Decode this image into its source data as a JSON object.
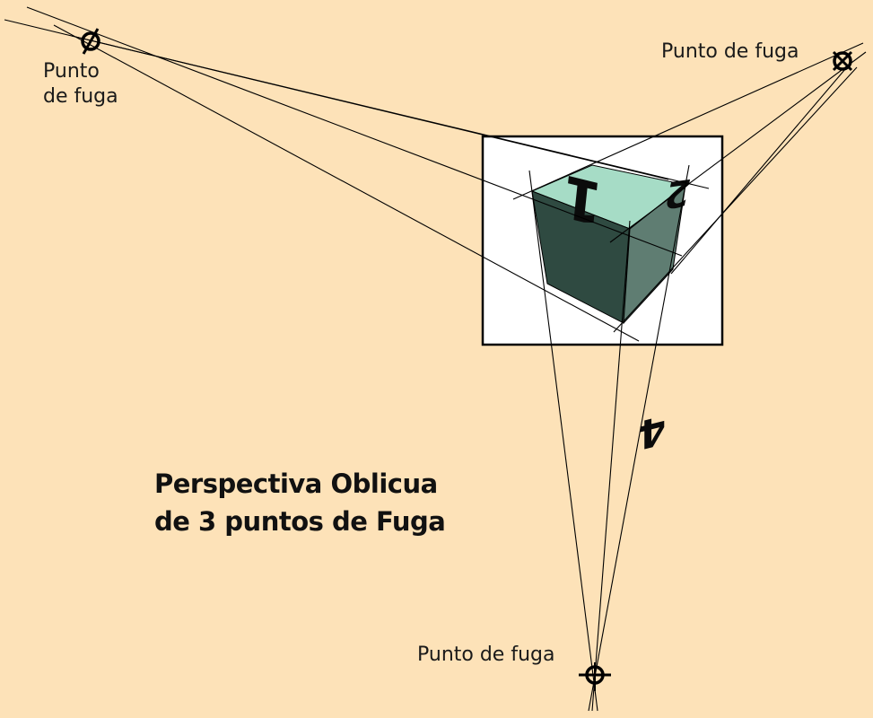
{
  "title": {
    "line1": "Perspectiva Oblicua",
    "line2": "de 3 puntos de Fuga"
  },
  "vanishing_points": {
    "left": {
      "line1": "Punto",
      "line2": "de fuga"
    },
    "right": {
      "label": "Punto de fuga"
    },
    "bottom": {
      "label": "Punto de fuga"
    }
  },
  "cube": {
    "face_top": "2",
    "face_left": "1",
    "face_right": "4"
  },
  "colors": {
    "background": "#fde2b8",
    "cube_top": "#a6dcc6",
    "cube_left": "#2f4a41",
    "cube_right": "#5f7d72",
    "frame": "#ffffff"
  }
}
